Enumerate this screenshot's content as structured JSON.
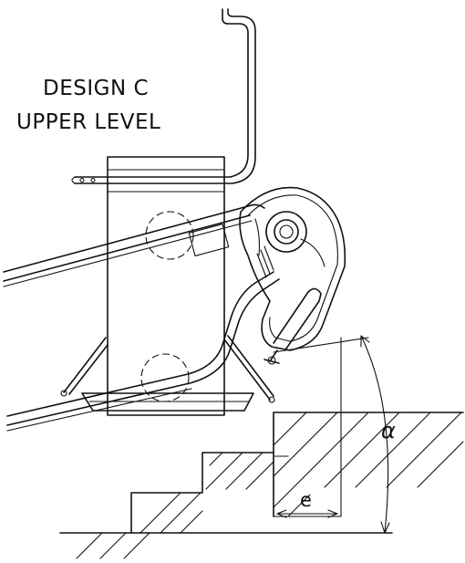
{
  "title": {
    "line1": "DESIGN C",
    "line2": "UPPER LEVEL"
  },
  "dimensions": {
    "offset_label": "e",
    "angle_label": "α"
  }
}
